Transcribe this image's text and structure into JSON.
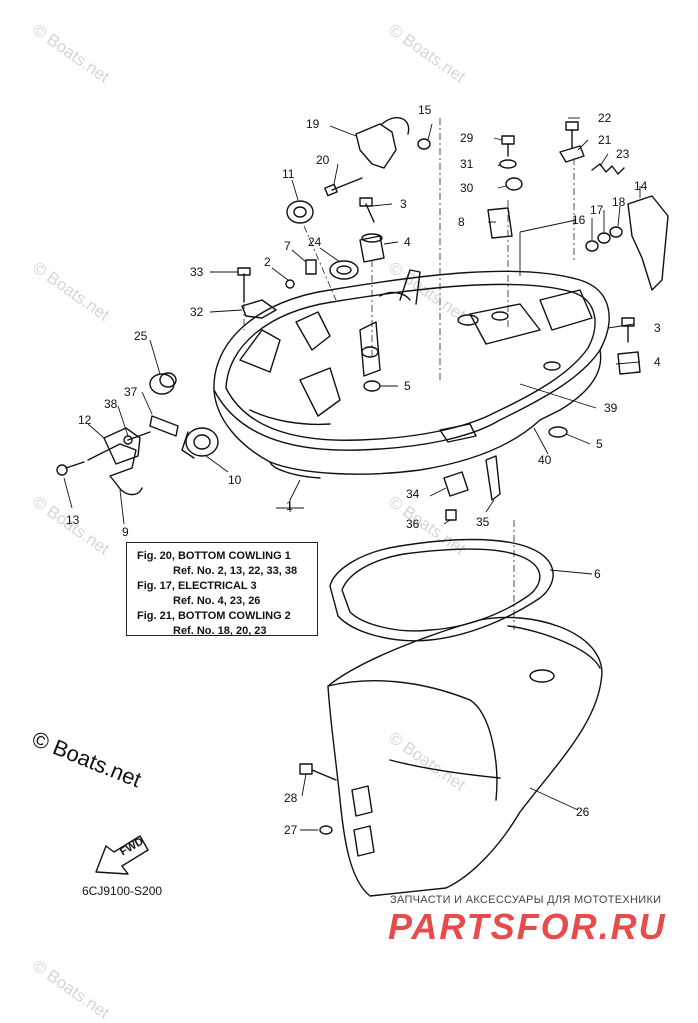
{
  "watermarks": [
    "© Boats.net",
    "© Boats.net",
    "© Boats.net",
    "© Boats.net",
    "© Boats.net",
    "© Boats.net",
    "© Boats.net",
    "© Boats.net"
  ],
  "callouts": {
    "c1": "1",
    "c2": "2",
    "c3a": "3",
    "c3b": "3",
    "c4a": "4",
    "c4b": "4",
    "c5a": "5",
    "c5b": "5",
    "c6": "6",
    "c7": "7",
    "c8": "8",
    "c9": "9",
    "c10": "10",
    "c11": "11",
    "c12": "12",
    "c13": "13",
    "c14": "14",
    "c15": "15",
    "c16": "16",
    "c17": "17",
    "c18": "18",
    "c19": "19",
    "c20": "20",
    "c21": "21",
    "c22": "22",
    "c23": "23",
    "c24": "24",
    "c25": "25",
    "c26": "26",
    "c27": "27",
    "c28": "28",
    "c29": "29",
    "c30": "30",
    "c31": "31",
    "c32": "32",
    "c33": "33",
    "c34": "34",
    "c35": "35",
    "c36": "36",
    "c37": "37",
    "c38": "38",
    "c39": "39",
    "c40": "40"
  },
  "legend": {
    "line1": "Fig. 20, BOTTOM COWLING 1",
    "line2": "Ref. No. 2, 13, 22, 33, 38",
    "line3": "Fig. 17, ELECTRICAL 3",
    "line4": "Ref. No. 4, 23, 26",
    "line5": "Fig. 21, BOTTOM COWLING 2",
    "line6": "Ref. No. 18, 20, 23"
  },
  "copyright": "© Boats.net",
  "fwd_label": "FWD",
  "diagram_code": "6CJ9100-S200",
  "footer": {
    "ru_text": "ЗАПЧАСТИ И АКСЕССУАРЫ ДЛЯ МОТОТЕХНИКИ",
    "brand": "PARTSFOR.RU"
  }
}
